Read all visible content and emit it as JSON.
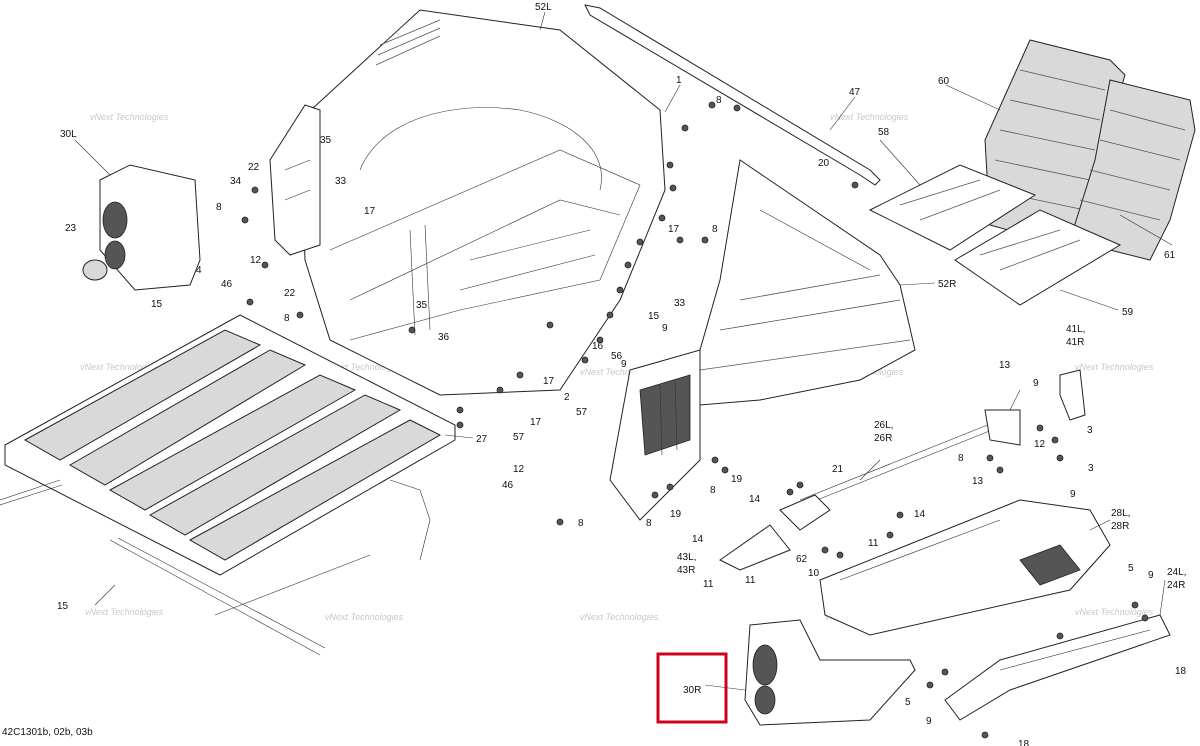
{
  "footer_code": "42C1301b, 02b, 03b",
  "watermark": "vNext Technologies",
  "highlight_color": "#d0021b",
  "highlighted_callout": "30R",
  "callouts": {
    "c_52L": "52L",
    "c_1": "1",
    "c_8a": "8",
    "c_47": "47",
    "c_60": "60",
    "c_30L": "30L",
    "c_35a": "35",
    "c_22a": "22",
    "c_34": "34",
    "c_33a": "33",
    "c_8b": "8",
    "c_17a": "17",
    "c_23": "23",
    "c_4": "4",
    "c_15a": "15",
    "c_12a": "12",
    "c_46a": "46",
    "c_22b": "22",
    "c_8c": "8",
    "c_35b": "35",
    "c_36": "36",
    "c_58": "58",
    "c_20": "20",
    "c_61": "61",
    "c_17b": "17",
    "c_8d": "8",
    "c_52R": "52R",
    "c_33b": "33",
    "c_59": "59",
    "c_15b": "15",
    "c_9a": "9",
    "c_16": "16",
    "c_56": "56",
    "c_9b": "9",
    "c_17c": "17",
    "c_2": "2",
    "c_57a": "57",
    "c_17d": "17",
    "c_57b": "57",
    "c_41": "41L,\n41R",
    "c_13a": "13",
    "c_9c": "9",
    "c_3a": "3",
    "c_12b": "12",
    "c_26": "26L,\n26R",
    "c_3b": "3",
    "c_8e": "8",
    "c_21": "21",
    "c_13b": "13",
    "c_9d": "9",
    "c_27": "27",
    "c_12c": "12",
    "c_46b": "46",
    "c_8f": "8",
    "c_19a": "19",
    "c_8g": "8",
    "c_19b": "19",
    "c_14a": "14",
    "c_14b": "14",
    "c_14c": "14",
    "c_11a": "11",
    "c_28": "28L,\n28R",
    "c_43": "43L,\n43R",
    "c_62": "62",
    "c_10": "10",
    "c_11b": "11",
    "c_5a": "5",
    "c_9e": "9",
    "c_24": "24L,\n24R",
    "c_15c": "15",
    "c_5b": "5",
    "c_18a": "18",
    "c_9f": "9",
    "c_18b": "18",
    "c_30R": "30R"
  }
}
